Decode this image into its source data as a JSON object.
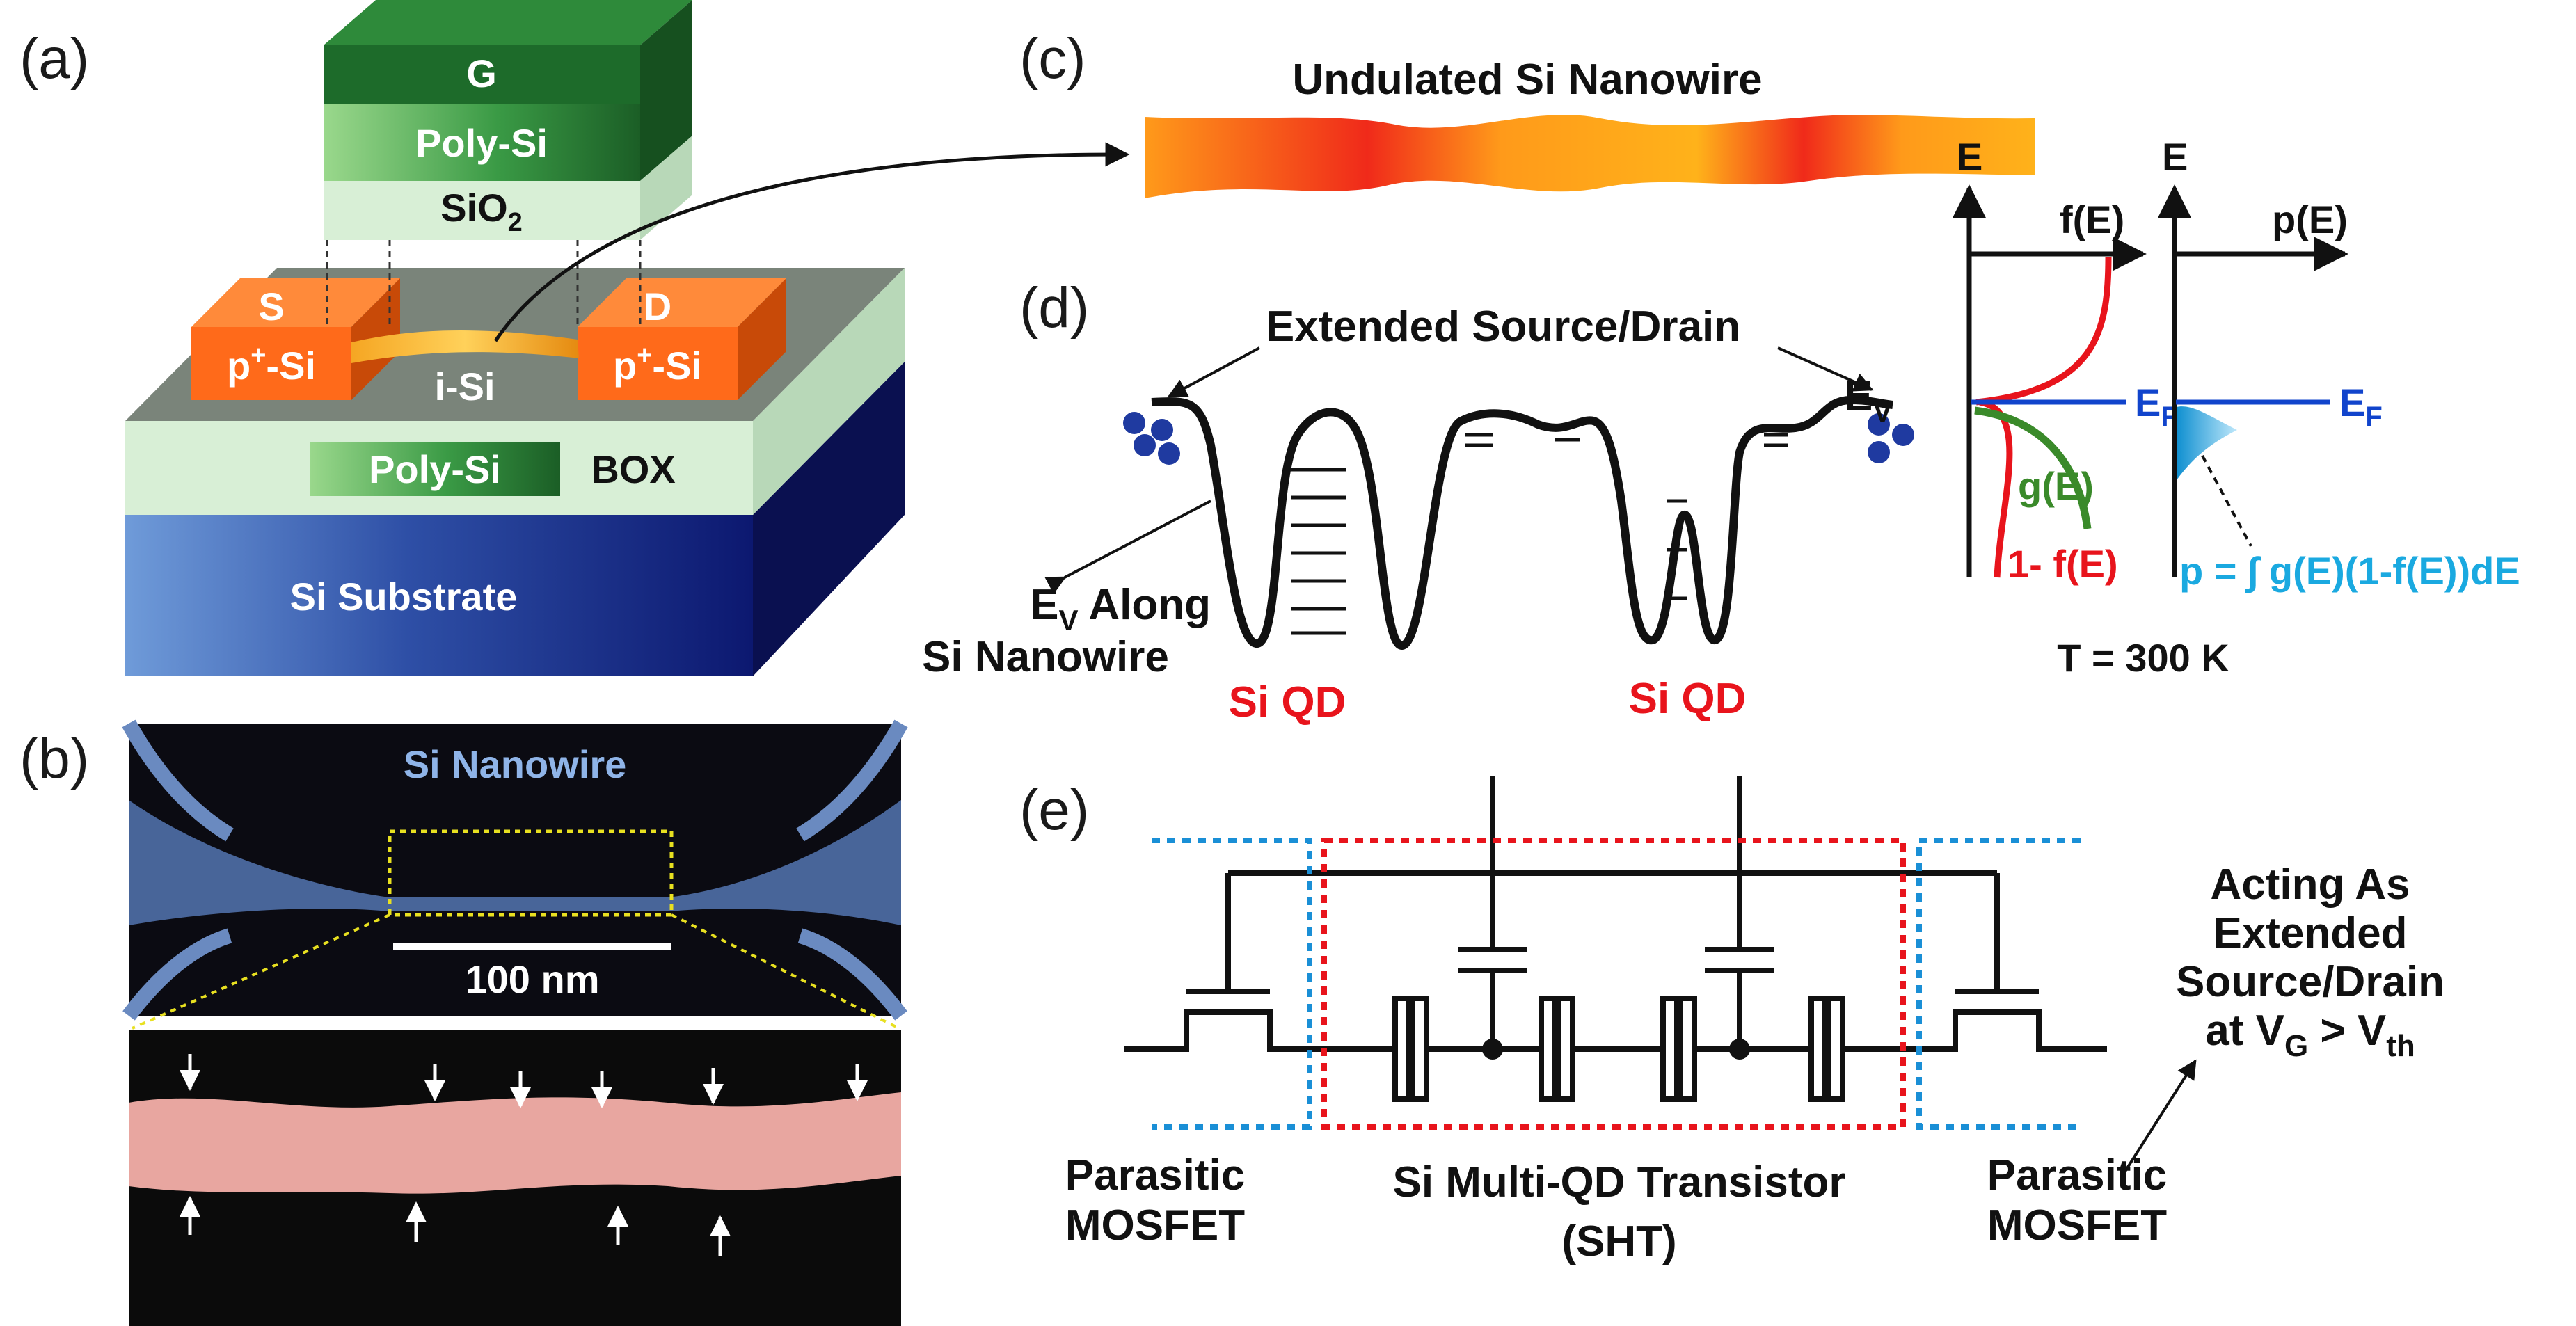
{
  "panels": {
    "a": "(a)",
    "b": "(b)",
    "c": "(c)",
    "d": "(d)",
    "e": "(e)"
  },
  "device": {
    "gate": "G",
    "gate_poly": "Poly-Si",
    "gate_oxide": "SiO",
    "gate_oxide_sub": "2",
    "source": "S",
    "drain": "D",
    "source_doping": "p",
    "source_doping_sup": "+",
    "source_doping_rest": "-Si",
    "drain_doping": "p",
    "drain_doping_sup": "+",
    "drain_doping_rest": "-Si",
    "channel": "i-Si",
    "buried_poly": "Poly-Si",
    "box": "BOX",
    "substrate": "Si Substrate"
  },
  "sem": {
    "label": "Si Nanowire",
    "scale": "100 nm"
  },
  "nanowire": {
    "title": "Undulated Si Nanowire"
  },
  "band": {
    "extended_sd": "Extended Source/Drain",
    "ev_main": "E",
    "ev_sub": "V",
    "ev_along_1_main": "E",
    "ev_along_1_sub": "V",
    "ev_along_1_rest": " Along",
    "ev_along_2": "Si Nanowire",
    "qd_left": "Si QD",
    "qd_right": "Si QD"
  },
  "fermi": {
    "e_axis_left": "E",
    "e_axis_right": "E",
    "f_label": "f(E)",
    "p_label": "p(E)",
    "ef_main": "E",
    "ef_sub": "F",
    "g_label": "g(E)",
    "one_minus_f": "1- f(E)",
    "p_formula": "p = ∫ g(E)(1-f(E))dE",
    "temperature": "T = 300 K"
  },
  "circuit": {
    "parasitic_left_1": "Parasitic",
    "parasitic_left_2": "MOSFET",
    "sht_1": "Si Multi-QD Transistor",
    "sht_2": "(SHT)",
    "parasitic_right_1": "Parasitic",
    "parasitic_right_2": "MOSFET",
    "acting_1": "Acting As",
    "acting_2": "Extended",
    "acting_3": "Source/Drain",
    "acting_4_a": "at V",
    "acting_4_b": "G",
    "acting_4_c": " > V",
    "acting_4_d": "th"
  },
  "colors": {
    "gate_green": "#1e6b2a",
    "sd_orange": "#ff6a1a",
    "box_green": "#d4ecd4",
    "substrate_blue": "#0d1a6e",
    "qd_red": "#e8141c",
    "fermi_blue": "#1144cc",
    "dos_green": "#3a8a2a",
    "hole_cyan": "#1aa9e0",
    "sht_box_red": "#e8141c",
    "parasitic_box_blue": "#1a8fd6"
  }
}
